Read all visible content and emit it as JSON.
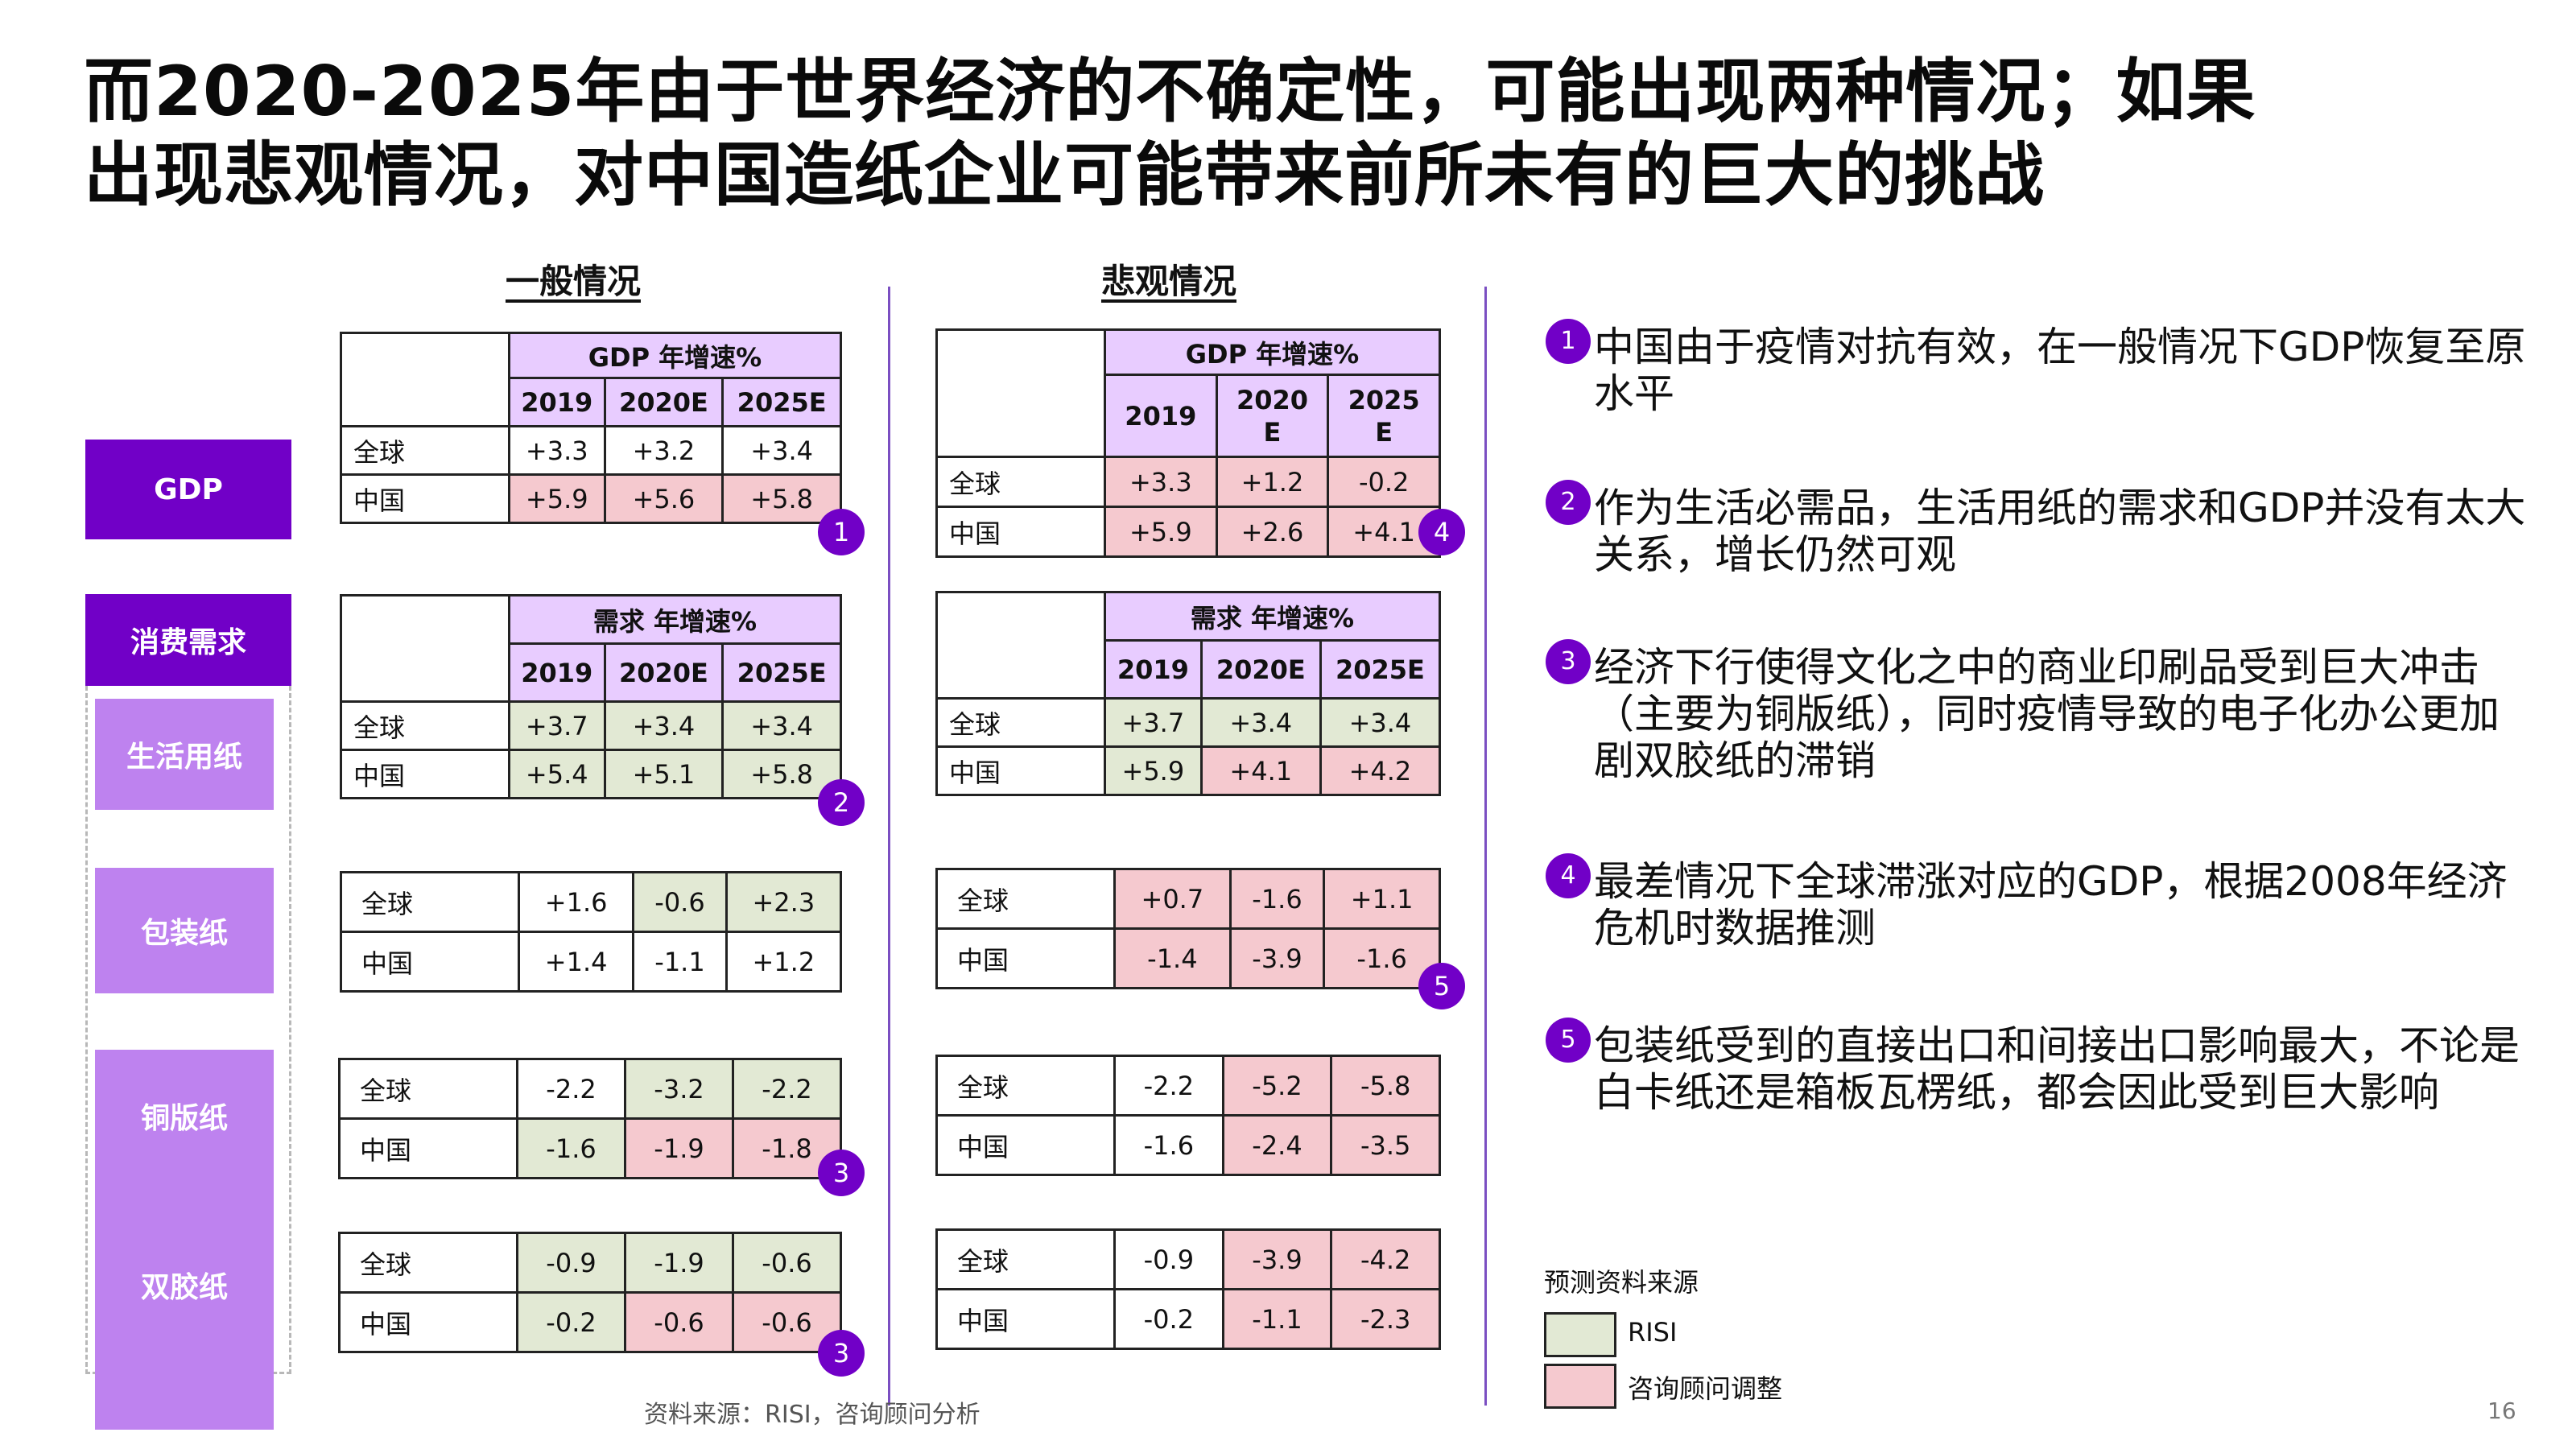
{
  "title": "而2020-2025年由于世界经济的不确定性，可能出现两种情况；如果出现悲观情况，对中国造纸企业可能带来前所未有的巨大的挑战",
  "columns": {
    "normal": "一般情况",
    "pessimistic": "悲观情况"
  },
  "categories": {
    "gdp": "GDP",
    "consumer": "消费需求",
    "tissue": "生活用纸",
    "packaging": "包装纸",
    "coated": "铜版纸",
    "offset": "双胶纸"
  },
  "gdp_normal": {
    "header": "GDP 年增速%",
    "years": [
      "2019",
      "2020E",
      "2025E"
    ],
    "rows": [
      {
        "label": "全球",
        "values": [
          "+3.3",
          "+3.2",
          "+3.4"
        ]
      },
      {
        "label": "中国",
        "values": [
          "+5.9",
          "+5.6",
          "+5.8"
        ]
      }
    ]
  },
  "gdp_pess": {
    "header": "GDP 年增速%",
    "years": [
      "2019",
      "2020 E",
      "2025 E"
    ],
    "rows": [
      {
        "label": "全球",
        "values": [
          "+3.3",
          "+1.2",
          "-0.2"
        ]
      },
      {
        "label": "中国",
        "values": [
          "+5.9",
          "+2.6",
          "+4.1"
        ]
      }
    ]
  },
  "tissue_normal": {
    "header": "需求 年增速%",
    "years": [
      "2019",
      "2020E",
      "2025E"
    ],
    "rows": [
      {
        "label": "全球",
        "values": [
          "+3.7",
          "+3.4",
          "+3.4"
        ]
      },
      {
        "label": "中国",
        "values": [
          "+5.4",
          "+5.1",
          "+5.8"
        ]
      }
    ]
  },
  "tissue_pess": {
    "header": "需求 年增速%",
    "years": [
      "2019",
      "2020E",
      "2025E"
    ],
    "rows": [
      {
        "label": "全球",
        "values": [
          "+3.7",
          "+3.4",
          "+3.4"
        ]
      },
      {
        "label": "中国",
        "values": [
          "+5.9",
          "+4.1",
          "+4.2"
        ]
      }
    ]
  },
  "packaging_normal": {
    "rows": [
      {
        "label": "全球",
        "values": [
          "+1.6",
          "-0.6",
          "+2.3"
        ]
      },
      {
        "label": "中国",
        "values": [
          "+1.4",
          "-1.1",
          "+1.2"
        ]
      }
    ]
  },
  "packaging_pess": {
    "rows": [
      {
        "label": "全球",
        "values": [
          "+0.7",
          "-1.6",
          "+1.1"
        ]
      },
      {
        "label": "中国",
        "values": [
          "-1.4",
          "-3.9",
          "-1.6"
        ]
      }
    ]
  },
  "coated_normal": {
    "rows": [
      {
        "label": "全球",
        "values": [
          "-2.2",
          "-3.2",
          "-2.2"
        ]
      },
      {
        "label": "中国",
        "values": [
          "-1.6",
          "-1.9",
          "-1.8"
        ]
      }
    ]
  },
  "coated_pess": {
    "rows": [
      {
        "label": "全球",
        "values": [
          "-2.2",
          "-5.2",
          "-5.8"
        ]
      },
      {
        "label": "中国",
        "values": [
          "-1.6",
          "-2.4",
          "-3.5"
        ]
      }
    ]
  },
  "offset_normal": {
    "rows": [
      {
        "label": "全球",
        "values": [
          "-0.9",
          "-1.9",
          "-0.6"
        ]
      },
      {
        "label": "中国",
        "values": [
          "-0.2",
          "-0.6",
          "-0.6"
        ]
      }
    ]
  },
  "offset_pess": {
    "rows": [
      {
        "label": "全球",
        "values": [
          "-0.9",
          "-3.9",
          "-4.2"
        ]
      },
      {
        "label": "中国",
        "values": [
          "-0.2",
          "-1.1",
          "-2.3"
        ]
      }
    ]
  },
  "markers": [
    "1",
    "2",
    "3",
    "3",
    "4",
    "5"
  ],
  "notes": [
    {
      "num": "1",
      "text": "中国由于疫情对抗有效，在一般情况下GDP恢复至原水平"
    },
    {
      "num": "2",
      "text": "作为生活必需品，生活用纸的需求和GDP并没有太大关系，增长仍然可观"
    },
    {
      "num": "3",
      "text": "经济下行使得文化之中的商业印刷品受到巨大冲击（主要为铜版纸），同时疫情导致的电子化办公更加剧双胶纸的滞销"
    },
    {
      "num": "4",
      "text": "最差情况下全球滞涨对应的GDP，根据2008年经济危机时数据推测"
    },
    {
      "num": "5",
      "text": "包装纸受到的直接出口和间接出口影响最大，不论是白卡纸还是箱板瓦楞纸，都会因此受到巨大影响"
    }
  ],
  "legend": {
    "title": "预测资料来源",
    "risi": "RISI",
    "consult": "咨询顾问调整"
  },
  "source": "资料来源：RISI，咨询顾问分析",
  "page_number": "16",
  "colors": {
    "accent": "#7100c7",
    "light_purple": "#be82ef",
    "header": "#e8ccff",
    "risi_green": "#e2e9d4",
    "consult_pink": "#f5c9cf"
  }
}
